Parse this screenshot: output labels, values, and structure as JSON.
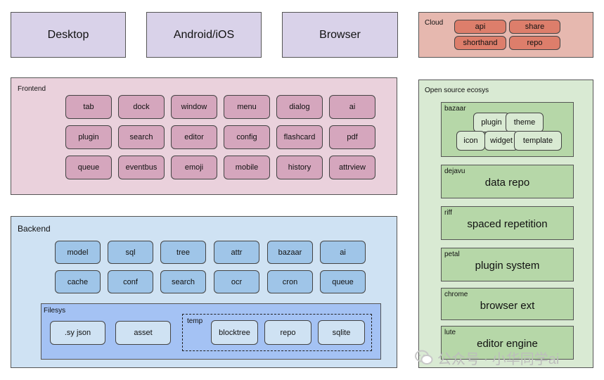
{
  "platforms": [
    "Desktop",
    "Android/iOS",
    "Browser"
  ],
  "cloud": {
    "label": "Cloud",
    "items": [
      "api",
      "share",
      "shorthand",
      "repo"
    ]
  },
  "frontend": {
    "label": "Frontend",
    "rows": [
      [
        "tab",
        "dock",
        "window",
        "menu",
        "dialog",
        "ai"
      ],
      [
        "plugin",
        "search",
        "editor",
        "config",
        "flashcard",
        "pdf"
      ],
      [
        "queue",
        "eventbus",
        "emoji",
        "mobile",
        "history",
        "attrview"
      ]
    ]
  },
  "backend": {
    "label": "Backend",
    "rows": [
      [
        "model",
        "sql",
        "tree",
        "attr",
        "bazaar",
        "ai"
      ],
      [
        "cache",
        "conf",
        "search",
        "ocr",
        "cron",
        "queue"
      ]
    ],
    "filesys": {
      "label": "Filesys",
      "items": [
        ".sy json",
        "asset"
      ],
      "temp": {
        "label": "temp",
        "items": [
          "blocktree",
          "repo",
          "sqlite"
        ]
      }
    }
  },
  "oss": {
    "label": "Open source ecosys",
    "bazaar": {
      "label": "bazaar",
      "items": [
        "plugin",
        "theme",
        "icon",
        "widget",
        "template"
      ]
    },
    "projects": [
      {
        "name": "dejavu",
        "desc": "data repo"
      },
      {
        "name": "riff",
        "desc": "spaced repetition"
      },
      {
        "name": "petal",
        "desc": "plugin system"
      },
      {
        "name": "chrome",
        "desc": "browser ext"
      },
      {
        "name": "lute",
        "desc": "editor engine"
      }
    ]
  },
  "watermark": "公众号 · 小华同学ai",
  "colors": {
    "platform": "#d9d2e9",
    "cloud": "#e6b8af",
    "cloud_item": "#dd7e6b",
    "frontend": "#ead1dc",
    "frontend_item": "#d5a6bd",
    "backend": "#cfe2f3",
    "backend_item": "#9fc5e8",
    "filesys": "#a4c2f4",
    "oss": "#d9ead3",
    "oss_item": "#b6d7a8"
  }
}
